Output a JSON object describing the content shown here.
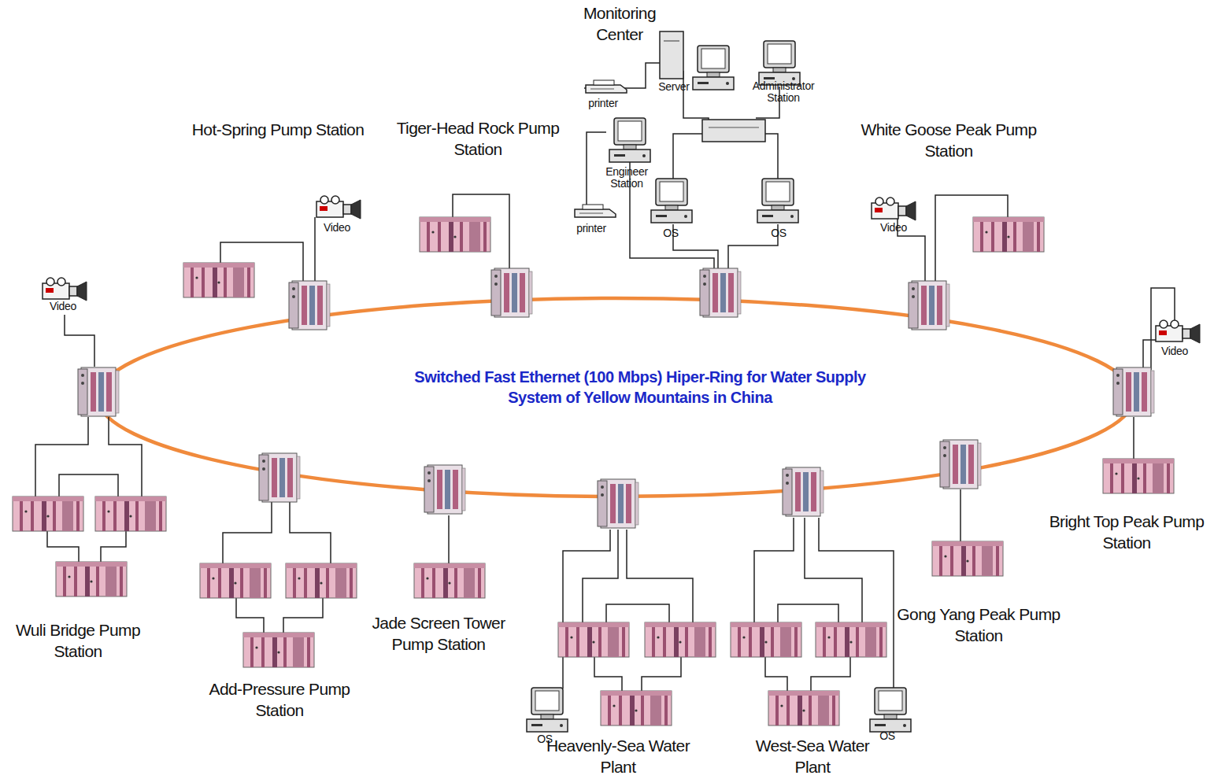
{
  "diagram": {
    "title": "Switched Fast Ethernet (100 Mbps) Hiper-Ring for Water Supply System of Yellow Mountains in China",
    "labels": [
      "Monitoring Center",
      "Server",
      "Administrator Station",
      "printer",
      "Engineer Station",
      "printer",
      "OS",
      "OS",
      "Hot-Spring Pump Station",
      "Tiger-Head Rock Pump Station",
      "White Goose Peak Pump Station",
      "Video",
      "Video",
      "Video",
      "Video",
      "Wuli Bridge Pump Station",
      "Add-Pressure Pump Station",
      "Jade Screen Tower Pump Station",
      "Heavenly-Sea Water Plant",
      "West-Sea Water Plant",
      "Gong Yang Peak Pump Station",
      "Bright Top Peak Pump Station",
      "OS",
      "OS"
    ]
  }
}
